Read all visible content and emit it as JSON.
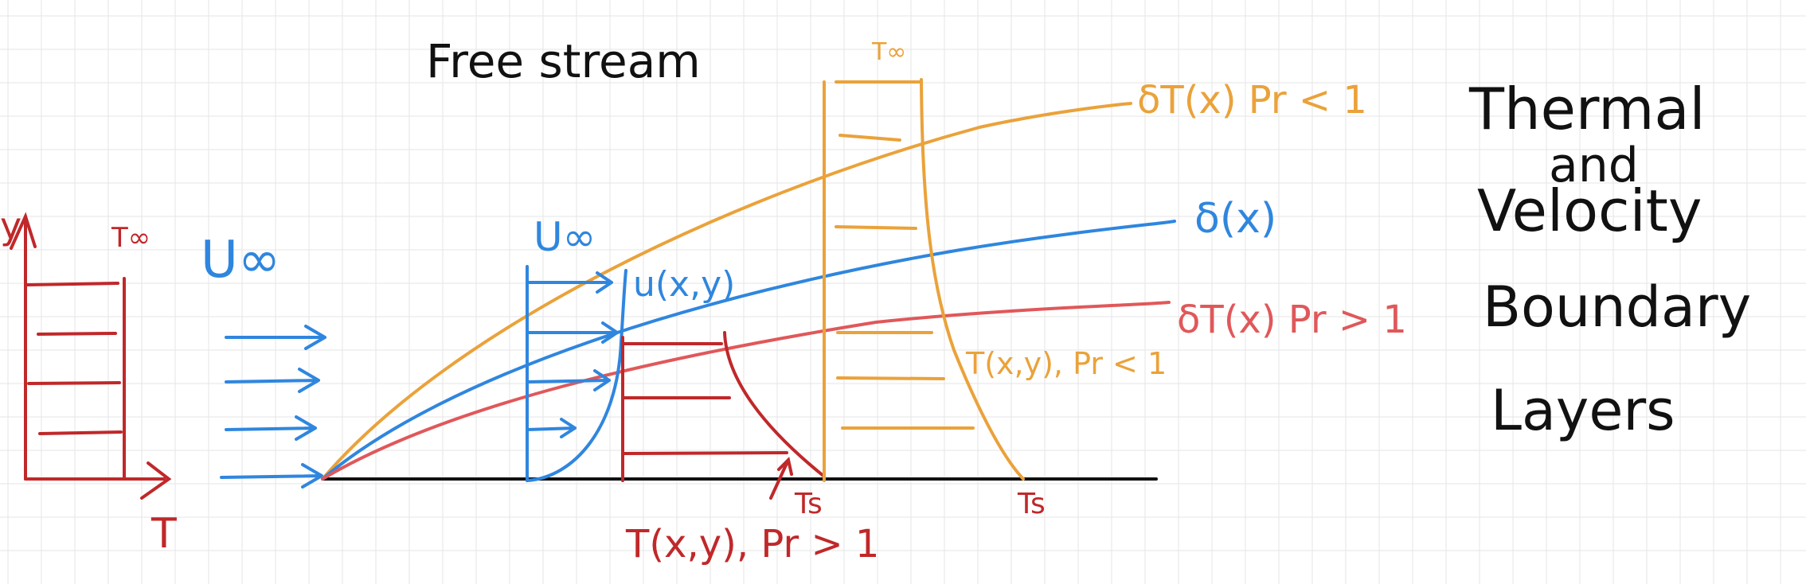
{
  "labels": {
    "free_stream": "Free stream",
    "t_inf_top": "T∞",
    "delta_t_small_pr": "δT(x) Pr < 1",
    "delta_velocity": "δ(x)",
    "delta_t_large_pr": "δT(x) Pr > 1",
    "u_inf_left": "U∞",
    "u_inf_mid": "U∞",
    "u_profile": "u(x,y)",
    "t_inf_left": "T∞",
    "y_axis": "y",
    "t_axis": "T",
    "t_profile_small_pr": "T(x,y), Pr < 1",
    "t_profile_large_pr": "T(x,y), Pr > 1",
    "ts_mid": "Ts",
    "ts_right": "Ts"
  },
  "title_lines": [
    "Thermal",
    "and",
    "Velocity",
    "Boundary",
    "Layers"
  ],
  "colors": {
    "velocity": "#2f86de",
    "thermal_pr_small": "#eaa23a",
    "thermal_pr_large": "#e0585a",
    "temperature_profile": "#c0282a",
    "ink": "#111111"
  }
}
